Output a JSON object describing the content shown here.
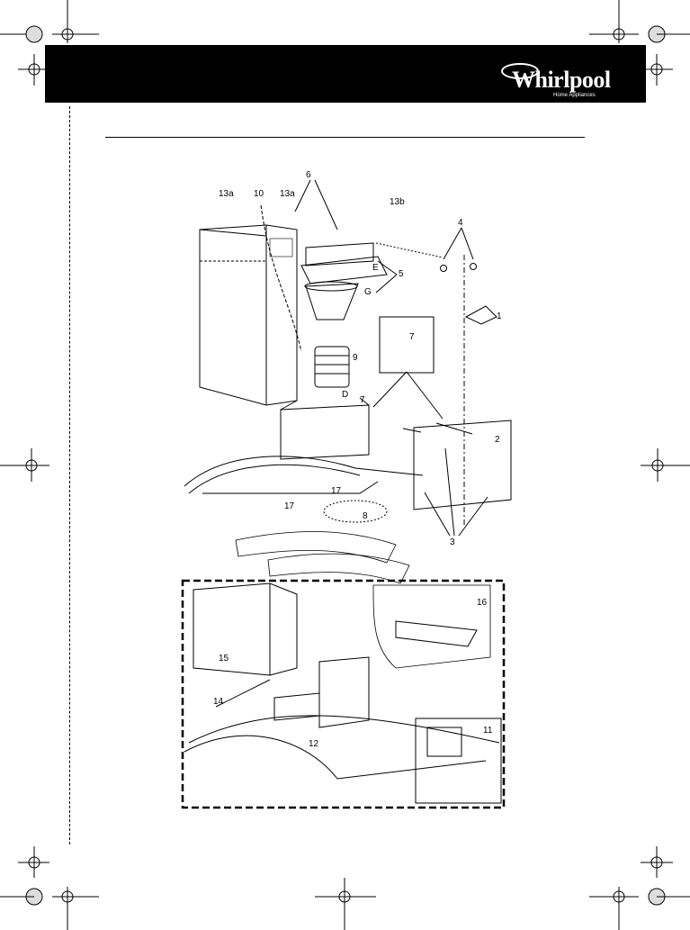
{
  "brand": {
    "name": "Whirlpool",
    "tagline": "Home Appliances"
  },
  "labels": {
    "l1": "1",
    "l2": "2",
    "l3": "3",
    "l4": "4",
    "l5": "5",
    "l6": "6",
    "l7a": "7",
    "l7b": "7",
    "l8": "8",
    "l9": "9",
    "l10": "10",
    "l11": "11",
    "l12": "12",
    "l13a_left": "13a",
    "l13a_right": "13a",
    "l13b": "13b",
    "l14": "14",
    "l15": "15",
    "l16": "16",
    "l17a": "17",
    "l17b": "17",
    "lD": "D",
    "lE": "E",
    "lG": "G"
  }
}
